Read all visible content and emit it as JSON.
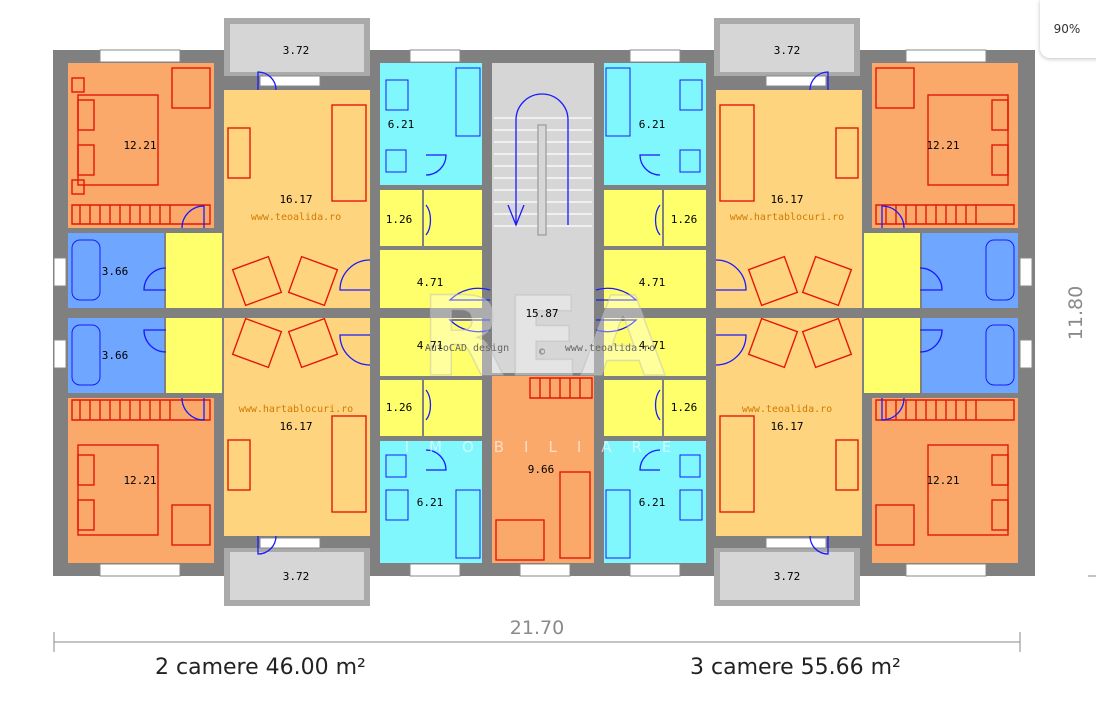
{
  "zoom_label": "90%",
  "rooms": {
    "balcony_area": "3.72",
    "bedroom_area": "12.21",
    "living_area": "16.17",
    "kitchen_area": "6.21",
    "storage_area": "1.26",
    "bath_area": "3.66",
    "hall_area": "4.71",
    "stair_area": "15.87",
    "center_room_area": "9.66"
  },
  "watermarks": {
    "teoalida": "www.teoalida.ro",
    "hartablocuri": "www.hartablocuri.ro",
    "autocad": "AutoCAD design",
    "copyright": "©",
    "teoalida_short": "www.teoalida.ro",
    "brand": "REA",
    "brand_sub": "IMOBILIARE"
  },
  "dimensions": {
    "width": "21.70",
    "depth": "11.80"
  },
  "captions": {
    "left": "2 camere 46.00 m²",
    "right": "3 camere 55.66 m²"
  },
  "colors": {
    "bedroom": "#fba96b",
    "living": "#ffd47f",
    "kitchen": "#7ff7fd",
    "bath": "#6fa6ff",
    "hall": "#ffff6b",
    "stair": "#d6d6d6",
    "wall": "#808080",
    "furniture": "#e3170a",
    "door": "#1a1aff"
  }
}
